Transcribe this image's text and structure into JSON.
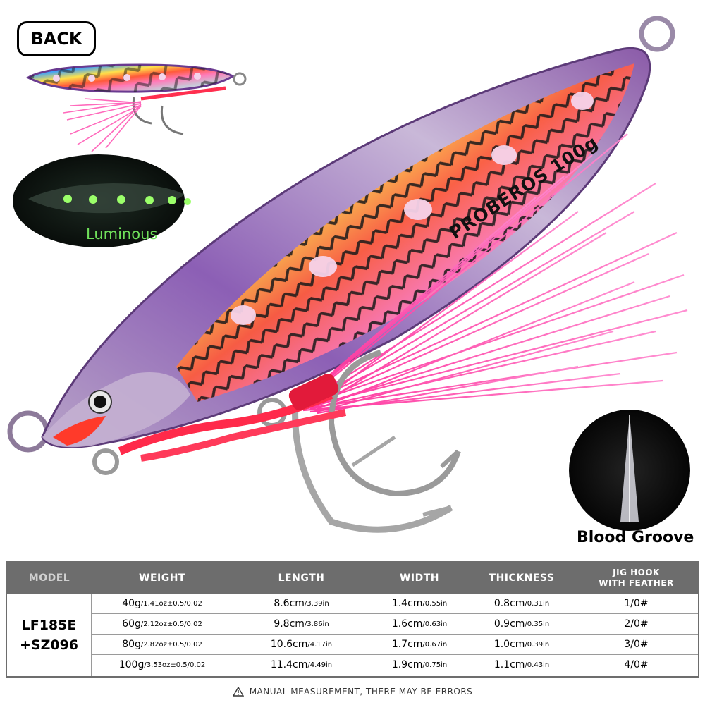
{
  "callouts": {
    "back_label": "BACK",
    "luminous_label": "Luminous",
    "blood_groove_label": "Blood Groove",
    "brand_text": "PROBEROS 100g"
  },
  "table": {
    "headers": [
      "MODEL",
      "WEIGHT",
      "LENGTH",
      "WIDTH",
      "THICKNESS",
      "JIG HOOK",
      "WITH FEATHER"
    ],
    "model_line1": "LF185E",
    "model_line2": "+SZ096",
    "rows": [
      {
        "weight": "40g",
        "weight_detail": "/1.41oz±0.5/0.02",
        "length": "8.6cm",
        "length_in": "/3.39in",
        "width": "1.4cm",
        "width_in": "/0.55in",
        "thickness": "0.8cm",
        "thickness_in": "/0.31in",
        "hook": "1/0#"
      },
      {
        "weight": "60g",
        "weight_detail": "/2.12oz±0.5/0.02",
        "length": "9.8cm",
        "length_in": "/3.86in",
        "width": "1.6cm",
        "width_in": "/0.63in",
        "thickness": "0.9cm",
        "thickness_in": "/0.35in",
        "hook": "2/0#"
      },
      {
        "weight": "80g",
        "weight_detail": "/2.82oz±0.5/0.02",
        "length": "10.6cm",
        "length_in": "/4.17in",
        "width": "1.7cm",
        "width_in": "/0.67in",
        "thickness": "1.0cm",
        "thickness_in": "/0.39in",
        "hook": "3/0#"
      },
      {
        "weight": "100g",
        "weight_detail": "/3.53oz±0.5/0.02",
        "length": "11.4cm",
        "length_in": "/4.49in",
        "width": "1.9cm",
        "width_in": "/0.75in",
        "thickness": "1.1cm",
        "thickness_in": "/0.43in",
        "hook": "4/0#"
      }
    ]
  },
  "footer": {
    "warning_icon": "warning-triangle-icon",
    "note": "MANUAL MEASUREMENT, THERE MAY BE ERRORS"
  },
  "colors": {
    "header_bg": "#6d6d6d",
    "feather_pink": "#ff3fa6",
    "lure_purple": "#8a4fb0",
    "glow_green": "#6fe05a"
  }
}
